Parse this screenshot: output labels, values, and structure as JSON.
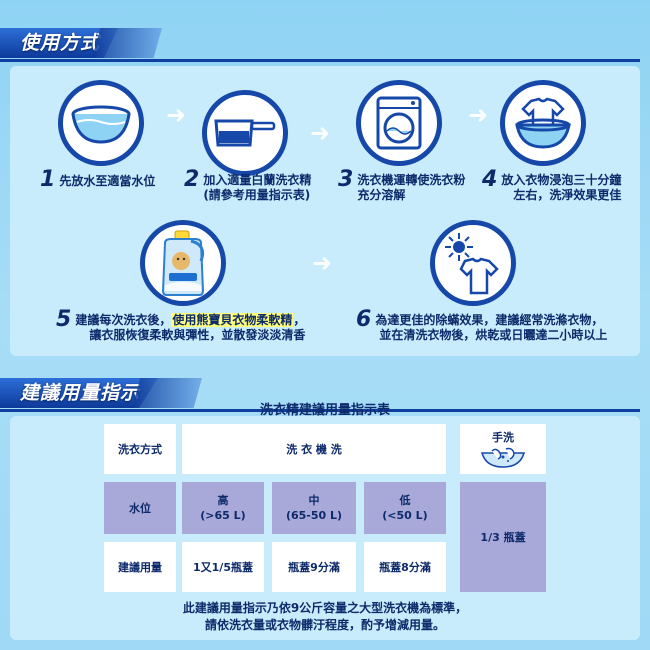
{
  "section1": {
    "title": "使用方式"
  },
  "steps": [
    {
      "num": "1",
      "line1": "先放水至適當水位",
      "line2": ""
    },
    {
      "num": "2",
      "line1": "加入適量白蘭洗衣精",
      "line2": "(請參考用量指示表)"
    },
    {
      "num": "3",
      "line1": "洗衣機運轉使洗衣粉",
      "line2": "充分溶解"
    },
    {
      "num": "4",
      "line1": "放入衣物浸泡三十分鐘",
      "line2": "左右，洗淨效果更佳"
    },
    {
      "num": "5",
      "line1_pre": "建議每次洗衣後，",
      "line1_hl": "使用熊寶貝衣物柔軟精",
      "line1_post": "，",
      "line2": "讓衣服恢復柔軟與彈性，並散發淡淡清香"
    },
    {
      "num": "6",
      "line1": "為達更佳的除蟎效果，建議經常洗滌衣物，",
      "line2": "並在清洗衣物後，烘乾或日曬達二小時以上"
    }
  ],
  "section2": {
    "title": "建議用量指示"
  },
  "table": {
    "title": "洗衣精建議用量指示表",
    "row_method_label": "洗衣方式",
    "machine_wash": "洗 衣 機 洗",
    "hand_wash": "手洗",
    "row_level_label": "水位",
    "levels": [
      {
        "name": "高",
        "range": "(>65 L)"
      },
      {
        "name": "中",
        "range": "(65-50 L)"
      },
      {
        "name": "低",
        "range": "(<50 L)"
      }
    ],
    "hand_amount": "1/3 瓶蓋",
    "row_amount_label": "建議用量",
    "amounts": [
      "1又1/5瓶蓋",
      "瓶蓋9分滿",
      "瓶蓋8分滿"
    ]
  },
  "note": {
    "line1": "此建議用量指示乃依9公斤容量之大型洗衣機為標準，",
    "line2": "請依洗衣量或衣物髒汙程度，酌予增減用量。"
  },
  "colors": {
    "navy": "#1548a8",
    "panel": "#c8ecfb",
    "purple": "#a8a9d9",
    "highlight": "#ffff7a"
  }
}
